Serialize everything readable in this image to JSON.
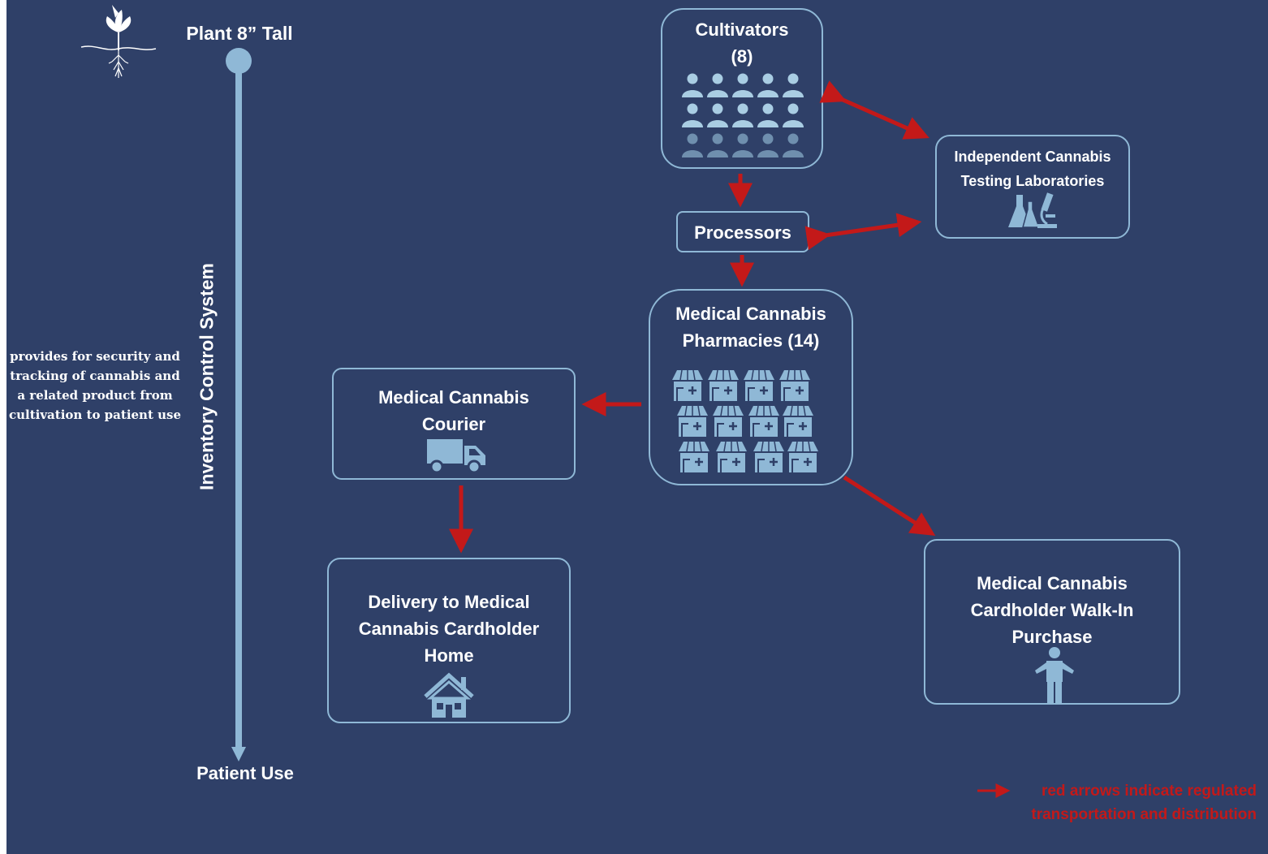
{
  "timeline": {
    "top_label": "Plant 8” Tall",
    "bottom_label": "Patient Use",
    "axis_label": "Inventory Control System",
    "note": "provides for security and tracking of cannabis and a related product from cultivation to patient use"
  },
  "nodes": {
    "cultivators": "Cultivators\n(8)",
    "labs": "Independent Cannabis\nTesting Laboratories",
    "processors": "Processors",
    "pharmacies": "Medical Cannabis\nPharmacies (14)",
    "courier": "Medical Cannabis\nCourier",
    "delivery": "Delivery to Medical\nCannabis Cardholder\nHome",
    "walkin": "Medical Cannabis\nCardholder Walk-In\nPurchase"
  },
  "legend": {
    "text": "red arrows indicate regulated transportation and distribution"
  },
  "colors": {
    "background": "#2f4068",
    "box_border": "#8fb8d6",
    "icon": "#8fb8d6",
    "arrow": "#c31919",
    "text": "#ffffff"
  },
  "icons": {
    "plant": "plant-icon",
    "people": "people-icon",
    "lab": "lab-flask-microscope-icon",
    "store": "pharmacy-store-icon",
    "truck": "delivery-truck-icon",
    "house": "house-icon",
    "person": "person-icon"
  }
}
